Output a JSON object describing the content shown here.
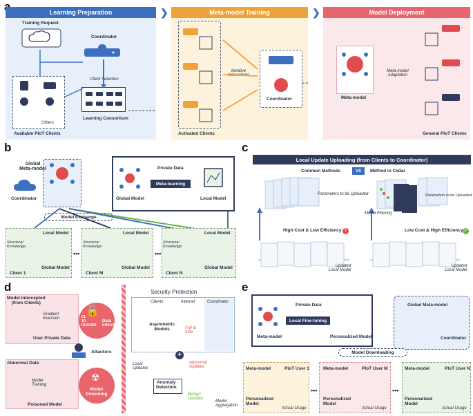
{
  "panel_letters": {
    "a": "a",
    "b": "b",
    "c": "c",
    "d": "d",
    "e": "e"
  },
  "colors": {
    "blue_header": "#3d6fc0",
    "orange_header": "#f0a23a",
    "red_header": "#e9656d",
    "navy": "#2f3a5c",
    "panel_blue": "#e6effa",
    "panel_yellow": "#fdf3dc",
    "panel_pink": "#fbe8ea",
    "panel_green": "#e9f4e6",
    "red_accent": "#e14b4f",
    "green_accent": "#6bb24a"
  },
  "panel_a": {
    "stage1": "Learning Preparation",
    "stage2": "Meta-model Training",
    "stage3": "Model Deployment",
    "training_request": "Training Request",
    "coordinator": "Coordinator",
    "client_selection": "Client Selection",
    "learning_consortium": "Learning Consortium",
    "others": "Others",
    "available_clients": "Available PIoT Clients",
    "iterative_interactions": "Iterative\nInteractions",
    "coordinator2": "Coordinator",
    "activated_clients": "Activated Clients",
    "meta_model": "Meta-model",
    "meta_model_adaptation": "Meta-model\nAdaptation",
    "general_clients": "General PIoT Clients"
  },
  "panel_b": {
    "global_meta_model": "Global\nMeta-model",
    "coordinator": "Coordinator",
    "private_data": "Private Data",
    "meta_learning": "Meta-learning",
    "global_model": "Global Model",
    "local_model": "Local Model",
    "model_exchange": "Model Exchange",
    "structural_knowledge": "Structural\nKnowledge",
    "local_model_lbl": "Local Model",
    "global_model_lbl": "Global Model",
    "client_1": "Client 1",
    "client_m": "Client M",
    "client_n": "Client N",
    "ellipsis": "•••"
  },
  "panel_c": {
    "title": "Local Update Uploading (from Clients to Coordinator)",
    "common_methods": "Common Methods",
    "vs": "VS",
    "method_cedar": "Method in Cedar",
    "params_uploaded_1": "Parameters to be Uploaded",
    "params_uploaded_2": "Parameters to be Uploaded",
    "model_filtering": "Model Filtering",
    "high_cost": "High Cost & Low Efficiency",
    "low_cost": "Low Cost & High Efficiency",
    "updated_local_1": "Updated\nLocal Model",
    "updated_local_2": "Updated\nLocal Model"
  },
  "panel_d": {
    "model_intercepted": "Model Intercepted\n(from Clients)",
    "gradient_inversion": "Gradient\nInversion",
    "user_private_data": "User Private Data",
    "data_inferring": "Data\nInferring",
    "binary": "01\n10\n0101000",
    "attackers": "Attackers",
    "abnormal_data": "Abnormal Data",
    "model_training": "Model\nTraining",
    "poisoned_model": "Poisoned Model",
    "model_poisoning": "Model\nPoisoning",
    "security_protection": "Security Protection",
    "clients": "Clients",
    "internet": "Internet",
    "coordinator": "Coordinator",
    "asymmetric_models": "Asymmetric\nModels",
    "fail_to_infer": "Fail to\nInfer",
    "local_updates": "Local\nUpdates",
    "abnormal_updates": "Abnormal\nUpdates",
    "anomaly_detection": "Anomaly\nDetection",
    "benign_updates": "Benign\nUpdates",
    "model_aggregation": "Model\nAggregation"
  },
  "panel_e": {
    "private_data": "Private Data",
    "local_fine_tuning": "Local Fine-tuning",
    "meta_model": "Meta-model",
    "personalized_model": "Personalized Model",
    "global_meta_model": "Global Meta-model",
    "coordinator": "Coordinator",
    "model_downloading": "Model Downloading",
    "user1": "PIoT User 1",
    "userM": "PIoT User M",
    "userN": "PIoT User N",
    "meta_model_lbl": "Meta-model",
    "personalized_lbl": "Personalized\nModel",
    "actual_usage": "Actual Usage",
    "ellipsis": "•••"
  }
}
